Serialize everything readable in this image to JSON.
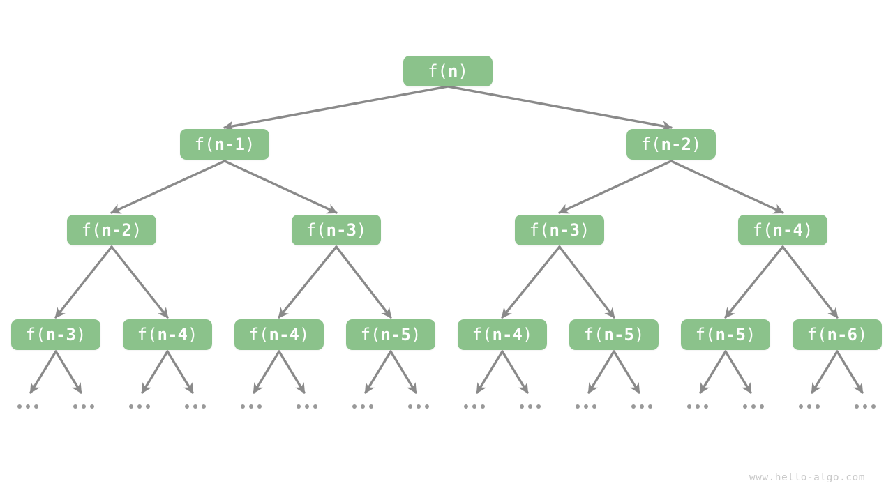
{
  "colors": {
    "node_fill": "#8BC28B",
    "node_text": "#FFFFFF",
    "edge": "#8A8A8A",
    "leaf_dots": "#999999",
    "watermark_text": "#C9C9C9",
    "background": "#FFFFFF"
  },
  "nodes": [
    {
      "pre": "f(",
      "arg": "n",
      "post": ")"
    },
    {
      "pre": "f(",
      "arg": "n-1",
      "post": ")"
    },
    {
      "pre": "f(",
      "arg": "n-2",
      "post": ")"
    },
    {
      "pre": "f(",
      "arg": "n-2",
      "post": ")"
    },
    {
      "pre": "f(",
      "arg": "n-3",
      "post": ")"
    },
    {
      "pre": "f(",
      "arg": "n-3",
      "post": ")"
    },
    {
      "pre": "f(",
      "arg": "n-4",
      "post": ")"
    },
    {
      "pre": "f(",
      "arg": "n-3",
      "post": ")"
    },
    {
      "pre": "f(",
      "arg": "n-4",
      "post": ")"
    },
    {
      "pre": "f(",
      "arg": "n-4",
      "post": ")"
    },
    {
      "pre": "f(",
      "arg": "n-5",
      "post": ")"
    },
    {
      "pre": "f(",
      "arg": "n-4",
      "post": ")"
    },
    {
      "pre": "f(",
      "arg": "n-5",
      "post": ")"
    },
    {
      "pre": "f(",
      "arg": "n-5",
      "post": ")"
    },
    {
      "pre": "f(",
      "arg": "n-6",
      "post": ")"
    }
  ],
  "leaves": {
    "label": "...",
    "count": 16
  },
  "watermark": "www.hello-algo.com"
}
